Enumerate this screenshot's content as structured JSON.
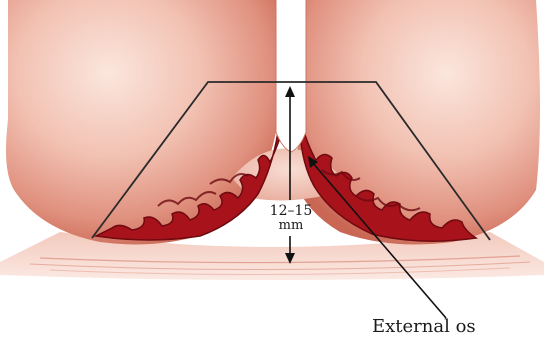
{
  "labels": {
    "measurement_value": "12–15",
    "measurement_unit": "mm",
    "external_os": "External os"
  },
  "colors": {
    "tissue_light": "#f6d3c8",
    "tissue_mid": "#e39a89",
    "tissue_dark": "#c45a4c",
    "lesion": "#a8121a",
    "lesion_dark": "#6e0a10",
    "outline": "#2a2a2a",
    "canal": "#ffffff",
    "text": "#1a1a1a"
  }
}
